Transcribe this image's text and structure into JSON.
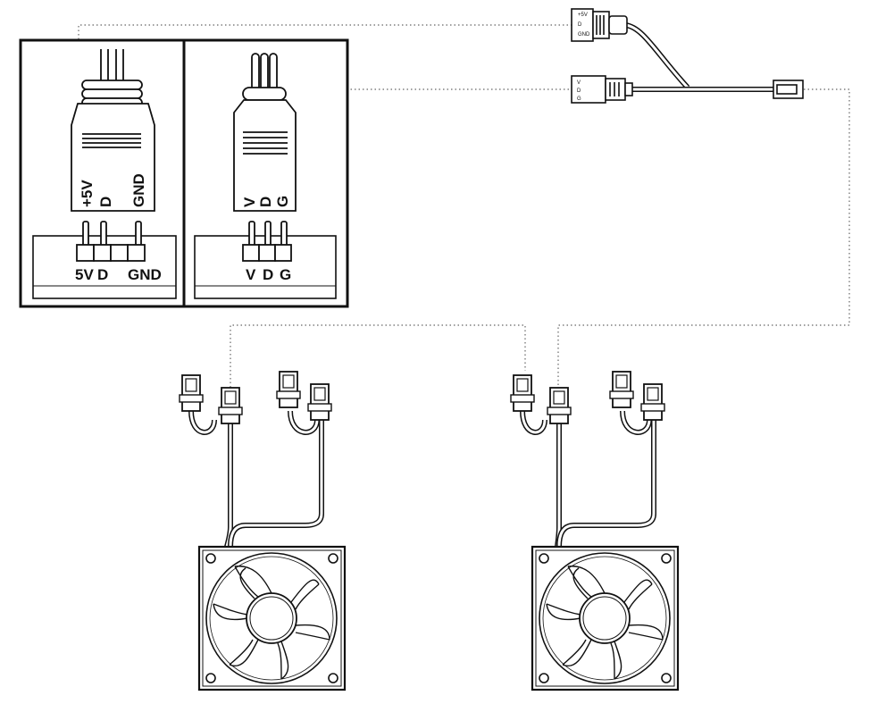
{
  "adapter_5v": {
    "plug_pins": [
      "+5V",
      "D",
      "GND"
    ],
    "header_pins": [
      "5V",
      "D",
      "GND"
    ]
  },
  "adapter_vdg": {
    "plug_pins": [
      "V",
      "D",
      "G"
    ],
    "header_pins": [
      "V",
      "D",
      "G"
    ]
  },
  "splitter_cable": {
    "plug_top_pins": [
      "+5V",
      "D",
      "GND"
    ],
    "plug_bottom_pins": [
      "V",
      "D",
      "G"
    ]
  },
  "fans": [
    {
      "id": "fan-left"
    },
    {
      "id": "fan-right"
    }
  ]
}
